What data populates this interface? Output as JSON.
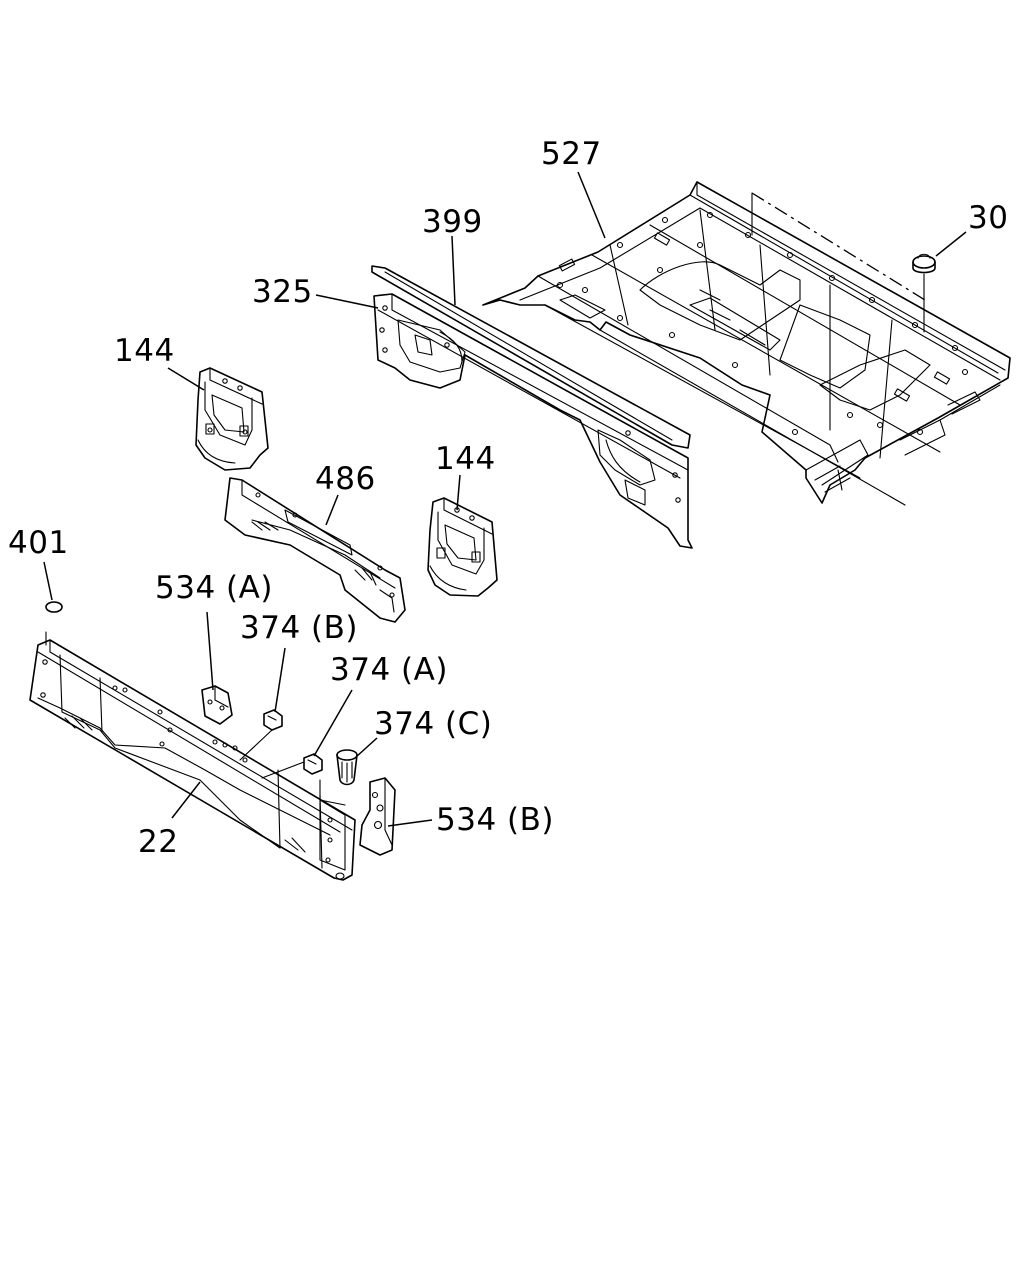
{
  "diagram": {
    "callouts": {
      "c527": "527",
      "c30": "30",
      "c399": "399",
      "c325": "325",
      "c144a": "144",
      "c486": "486",
      "c144b": "144",
      "c401": "401",
      "c534a": "534 (A)",
      "c374b": "374 (B)",
      "c374a": "374 (A)",
      "c374c": "374 (C)",
      "c534b": "534 (B)",
      "c22": "22"
    }
  }
}
